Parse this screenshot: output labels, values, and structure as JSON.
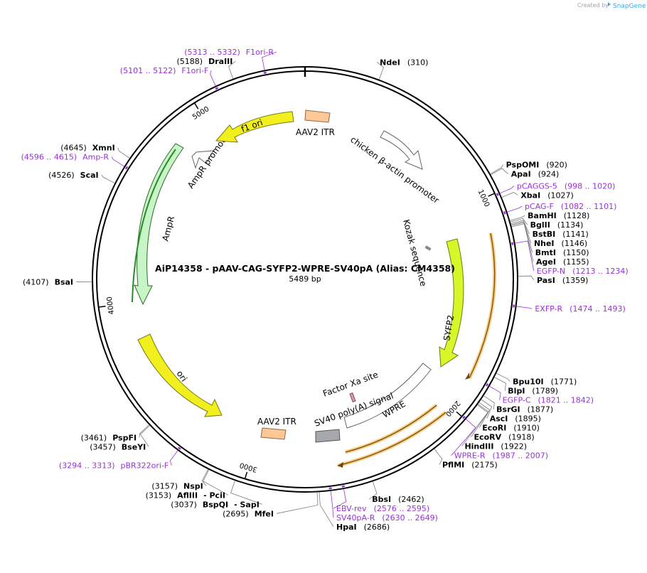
{
  "credit": {
    "prefix": "Created by",
    "brand": "SnapGene"
  },
  "plasmid": {
    "name": "AiP14358 - pAAV-CAG-SYFP2-WPRE-SV40pA (Alias: CM4358)",
    "size_label": "5489 bp",
    "length": 5489
  },
  "ticks": [
    {
      "bp": 1000,
      "label": "1000"
    },
    {
      "bp": 2000,
      "label": "2000"
    },
    {
      "bp": 3000,
      "label": "3000"
    },
    {
      "bp": 4000,
      "label": "4000"
    },
    {
      "bp": 5000,
      "label": "5000"
    }
  ],
  "colors": {
    "backbone": "#000000",
    "primer": "#9b30d9",
    "orange_glow": "#f5a623",
    "promoter": "#ffffff",
    "aav_itr": "#fdc896",
    "sv40": "#a6a8ad",
    "f1ori": "#f2ef1f",
    "ori": "#f2ef1f",
    "ampr": "#c8f5c8",
    "syfp2": "#d7f72a",
    "kozak": "#888888",
    "factorxa": "#d99aa2"
  },
  "features": [
    {
      "name": "AAV2 ITR",
      "label": "AAV2 ITR"
    },
    {
      "name": "chicken beta-actin promoter",
      "label": "chicken β-actin promoter"
    },
    {
      "name": "Kozak sequence",
      "label": "Kozak sequence"
    },
    {
      "name": "SYFP2",
      "label": "SYFP2"
    },
    {
      "name": "Factor Xa site",
      "label": "Factor Xa site"
    },
    {
      "name": "WPRE",
      "label": "WPRE"
    },
    {
      "name": "SV40 poly(A) signal",
      "label": "SV40 poly(A) signal"
    },
    {
      "name": "AAV2 ITR 2",
      "label": "AAV2 ITR"
    },
    {
      "name": "ori",
      "label": "ori"
    },
    {
      "name": "AmpR",
      "label": "AmpR"
    },
    {
      "name": "AmpR promoter",
      "label": "AmpR promoter"
    },
    {
      "name": "f1 ori",
      "label": "f1 ori"
    }
  ],
  "sites": [
    {
      "kind": "enzyme",
      "bp": 310,
      "name": "NdeI",
      "pos": "(310)",
      "side": "right"
    },
    {
      "kind": "enzyme",
      "bp": 920,
      "name": "PspOMI",
      "pos": "(920)",
      "side": "right"
    },
    {
      "kind": "enzyme",
      "bp": 924,
      "name": "ApaI",
      "pos": "(924)",
      "side": "right"
    },
    {
      "kind": "primer",
      "bp": 1009,
      "name": "pCAGGS-5",
      "pos": "(998 .. 1020)",
      "side": "right"
    },
    {
      "kind": "enzyme",
      "bp": 1027,
      "name": "XbaI",
      "pos": "(1027)",
      "side": "right"
    },
    {
      "kind": "primer",
      "bp": 1091,
      "name": "pCAG-F",
      "pos": "(1082 .. 1101)",
      "side": "right"
    },
    {
      "kind": "enzyme",
      "bp": 1128,
      "name": "BamHI",
      "pos": "(1128)",
      "side": "right"
    },
    {
      "kind": "enzyme",
      "bp": 1134,
      "name": "BglII",
      "pos": "(1134)",
      "side": "right"
    },
    {
      "kind": "enzyme",
      "bp": 1141,
      "name": "BstBI",
      "pos": "(1141)",
      "side": "right"
    },
    {
      "kind": "enzyme",
      "bp": 1146,
      "name": "NheI",
      "pos": "(1146)",
      "side": "right"
    },
    {
      "kind": "enzyme",
      "bp": 1150,
      "name": "BmtI",
      "pos": "(1150)",
      "side": "right"
    },
    {
      "kind": "enzyme",
      "bp": 1155,
      "name": "AgeI",
      "pos": "(1155)",
      "side": "right"
    },
    {
      "kind": "primer",
      "bp": 1223,
      "name": "EGFP-N",
      "pos": "(1213 .. 1234)",
      "side": "right"
    },
    {
      "kind": "enzyme",
      "bp": 1359,
      "name": "PasI",
      "pos": "(1359)",
      "side": "right"
    },
    {
      "kind": "primer",
      "bp": 1483,
      "name": "EXFP-R",
      "pos": "(1474 .. 1493)",
      "side": "right"
    },
    {
      "kind": "enzyme",
      "bp": 1771,
      "name": "Bpu10I",
      "pos": "(1771)",
      "side": "right"
    },
    {
      "kind": "enzyme",
      "bp": 1789,
      "name": "BlpI",
      "pos": "(1789)",
      "side": "right"
    },
    {
      "kind": "primer",
      "bp": 1831,
      "name": "EGFP-C",
      "pos": "(1821 .. 1842)",
      "side": "right"
    },
    {
      "kind": "enzyme",
      "bp": 1877,
      "name": "BsrGI",
      "pos": "(1877)",
      "side": "right"
    },
    {
      "kind": "enzyme",
      "bp": 1895,
      "name": "AscI",
      "pos": "(1895)",
      "side": "right"
    },
    {
      "kind": "enzyme",
      "bp": 1910,
      "name": "EcoRI",
      "pos": "(1910)",
      "side": "right"
    },
    {
      "kind": "enzyme",
      "bp": 1918,
      "name": "EcoRV",
      "pos": "(1918)",
      "side": "right"
    },
    {
      "kind": "enzyme",
      "bp": 1922,
      "name": "HindIII",
      "pos": "(1922)",
      "side": "right"
    },
    {
      "kind": "primer",
      "bp": 1997,
      "name": "WPRE-R",
      "pos": "(1987 .. 2007)",
      "side": "right"
    },
    {
      "kind": "enzyme",
      "bp": 2175,
      "name": "PflMI",
      "pos": "(2175)",
      "side": "right"
    },
    {
      "kind": "enzyme",
      "bp": 2462,
      "name": "BbsI",
      "pos": "(2462)",
      "side": "right"
    },
    {
      "kind": "primer",
      "bp": 2585,
      "name": "EBV-rev",
      "pos": "(2576 .. 2595)",
      "side": "right"
    },
    {
      "kind": "primer",
      "bp": 2639,
      "name": "SV40pA-R",
      "pos": "(2630 .. 2649)",
      "side": "right"
    },
    {
      "kind": "enzyme",
      "bp": 2686,
      "name": "HpaI",
      "pos": "(2686)",
      "side": "right"
    },
    {
      "kind": "enzyme",
      "bp": 2695,
      "name": "MfeI",
      "pos": "(2695)",
      "side": "left"
    },
    {
      "kind": "enzyme",
      "bp": 3037,
      "name": "BspQI",
      "pos": "(3037)",
      "side": "left",
      "extra": "- SapI"
    },
    {
      "kind": "enzyme",
      "bp": 3153,
      "name": "AflIII",
      "pos": "(3153)",
      "side": "left",
      "extra": "- PciI"
    },
    {
      "kind": "enzyme",
      "bp": 3157,
      "name": "NspI",
      "pos": "(3157)",
      "side": "left"
    },
    {
      "kind": "primer",
      "bp": 3303,
      "name": "pBR322ori-F",
      "pos": "(3294 .. 3313)",
      "side": "left"
    },
    {
      "kind": "enzyme",
      "bp": 3457,
      "name": "BseYI",
      "pos": "(3457)",
      "side": "left"
    },
    {
      "kind": "enzyme",
      "bp": 3461,
      "name": "PspFI",
      "pos": "(3461)",
      "side": "left"
    },
    {
      "kind": "enzyme",
      "bp": 4107,
      "name": "BsaI",
      "pos": "(4107)",
      "side": "left"
    },
    {
      "kind": "enzyme",
      "bp": 4526,
      "name": "ScaI",
      "pos": "(4526)",
      "side": "left"
    },
    {
      "kind": "primer",
      "bp": 4605,
      "name": "Amp-R",
      "pos": "(4596 .. 4615)",
      "side": "left"
    },
    {
      "kind": "enzyme",
      "bp": 4645,
      "name": "XmnI",
      "pos": "(4645)",
      "side": "left"
    },
    {
      "kind": "primer",
      "bp": 5111,
      "name": "F1ori-F",
      "pos": "(5101 .. 5122)",
      "side": "left"
    },
    {
      "kind": "enzyme",
      "bp": 5188,
      "name": "DraIII",
      "pos": "(5188)",
      "side": "left"
    },
    {
      "kind": "primer",
      "bp": 5322,
      "name": "F1ori-R",
      "pos": "(5313 .. 5332)",
      "side": "left"
    }
  ]
}
